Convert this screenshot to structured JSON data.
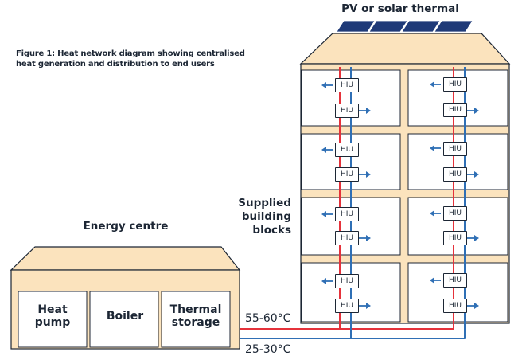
{
  "caption": "Figure 1: Heat network diagram showing centralised heat generation and distribution to end users",
  "labels": {
    "pv": "PV or solar thermal",
    "energy_centre": "Energy centre",
    "supplied_line1": "Supplied",
    "supplied_line2": "building",
    "supplied_line3": "blocks",
    "heat_pump_line1": "Heat",
    "heat_pump_line2": "pump",
    "boiler": "Boiler",
    "thermal_line1": "Thermal",
    "thermal_line2": "storage",
    "flow_temp": "55-60°C",
    "return_temp": "25-30°C"
  },
  "hiu_label": "HIU",
  "colors": {
    "wall_fill": "#fbe3bd",
    "outline": "#1c2634",
    "flow_pipe": "#e5323b",
    "return_pipe": "#2f6fb5",
    "solar_panel": "#1f3a78",
    "arrow": "#2f6fb5"
  }
}
